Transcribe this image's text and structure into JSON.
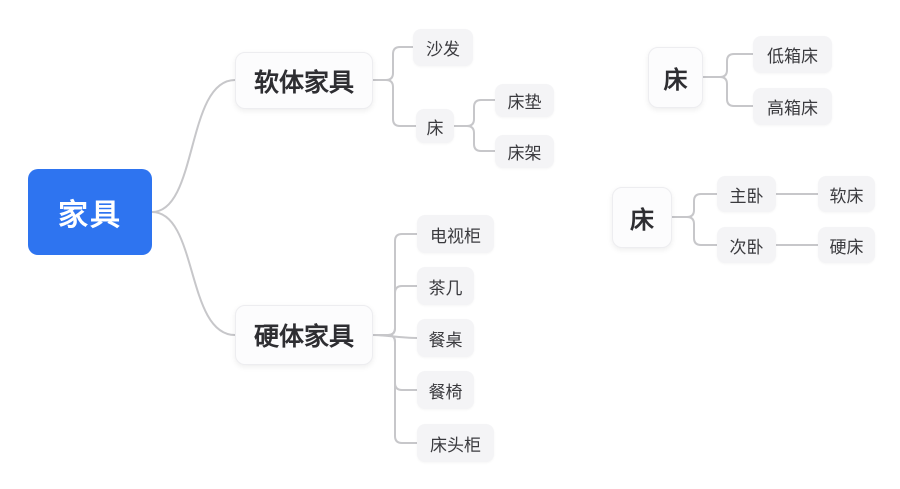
{
  "colors": {
    "root_bg": "#2e74f0",
    "root_text": "#ffffff",
    "main_bg": "#fcfcfd",
    "main_border": "#ededf0",
    "child_bg": "#f4f4f6",
    "main_text": "#2e2e32",
    "child_text": "#3a3a3e",
    "connector": "#c7c7ca"
  },
  "mindmap": {
    "trees": [
      {
        "root": {
          "label": "家具"
        },
        "branches": [
          {
            "label": "软体家具",
            "children": [
              {
                "label": "沙发"
              },
              {
                "label": "床",
                "children": [
                  {
                    "label": "床垫"
                  },
                  {
                    "label": "床架"
                  }
                ]
              }
            ]
          },
          {
            "label": "硬体家具",
            "children": [
              {
                "label": "电视柜"
              },
              {
                "label": "茶几"
              },
              {
                "label": "餐桌"
              },
              {
                "label": "餐椅"
              },
              {
                "label": "床头柜"
              }
            ]
          }
        ]
      },
      {
        "root": {
          "label": "床"
        },
        "branches": [
          {
            "label": "低箱床"
          },
          {
            "label": "高箱床"
          }
        ]
      },
      {
        "root": {
          "label": "床"
        },
        "branches": [
          {
            "label": "主卧",
            "children": [
              {
                "label": "软床"
              }
            ]
          },
          {
            "label": "次卧",
            "children": [
              {
                "label": "硬床"
              }
            ]
          }
        ]
      }
    ]
  }
}
